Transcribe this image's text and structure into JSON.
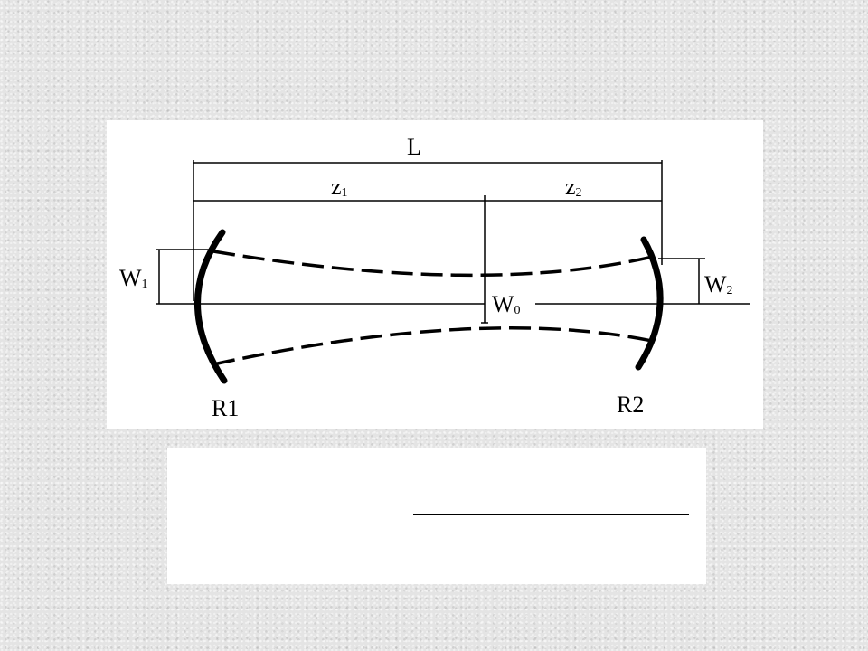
{
  "diagram": {
    "length_label": "L",
    "z1_label": "z",
    "z1_sub": "1",
    "z2_label": "z",
    "z2_sub": "2",
    "w1_label": "W",
    "w1_sub": "1",
    "w2_label": "W",
    "w2_sub": "2",
    "w0_label": "W",
    "w0_sub": "0",
    "mirror1_label": "R1",
    "mirror2_label": "R2"
  },
  "caption": {
    "text": ""
  }
}
